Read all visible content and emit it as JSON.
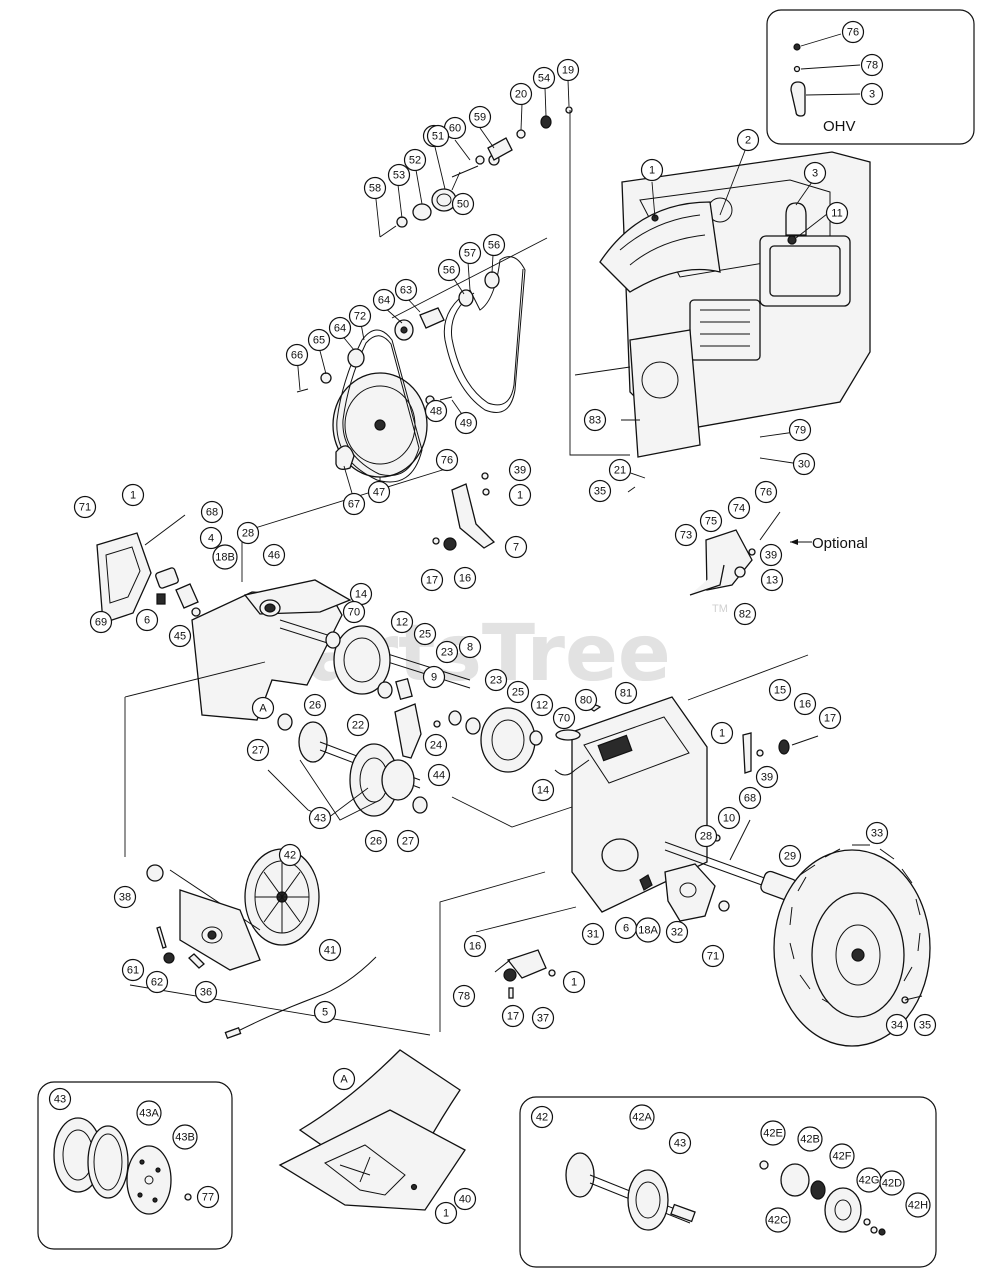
{
  "labels": {
    "ohv": "OHV",
    "optional": "Optional"
  },
  "watermark": {
    "text": "PartsTree",
    "tm": "TM"
  },
  "callouts": [
    {
      "id": "c76a",
      "text": "76"
    },
    {
      "id": "c78a",
      "text": "78"
    },
    {
      "id": "c3a",
      "text": "3"
    },
    {
      "id": "c2",
      "text": "2"
    },
    {
      "id": "c1a",
      "text": "1"
    },
    {
      "id": "c3b",
      "text": "3"
    },
    {
      "id": "c11",
      "text": "11"
    },
    {
      "id": "c54",
      "text": "54"
    },
    {
      "id": "c19",
      "text": "19"
    },
    {
      "id": "c20",
      "text": "20"
    },
    {
      "id": "c59",
      "text": "59"
    },
    {
      "id": "c55",
      "text": "55"
    },
    {
      "id": "c60",
      "text": "60"
    },
    {
      "id": "c53",
      "text": "53"
    },
    {
      "id": "c52",
      "text": "52"
    },
    {
      "id": "c51",
      "text": "51"
    },
    {
      "id": "c50",
      "text": "50"
    },
    {
      "id": "c58",
      "text": "58"
    },
    {
      "id": "c57",
      "text": "57"
    },
    {
      "id": "c56a",
      "text": "56"
    },
    {
      "id": "c56b",
      "text": "56"
    },
    {
      "id": "c64a",
      "text": "64"
    },
    {
      "id": "c63",
      "text": "63"
    },
    {
      "id": "c72",
      "text": "72"
    },
    {
      "id": "c64b",
      "text": "64"
    },
    {
      "id": "c65",
      "text": "65"
    },
    {
      "id": "c66",
      "text": "66"
    },
    {
      "id": "c48",
      "text": "48"
    },
    {
      "id": "c49",
      "text": "49"
    },
    {
      "id": "c67",
      "text": "67"
    },
    {
      "id": "c47",
      "text": "47"
    },
    {
      "id": "c83",
      "text": "83"
    },
    {
      "id": "c79",
      "text": "79"
    },
    {
      "id": "c30",
      "text": "30"
    },
    {
      "id": "c21",
      "text": "21"
    },
    {
      "id": "c35a",
      "text": "35"
    },
    {
      "id": "c76b",
      "text": "76"
    },
    {
      "id": "c39a",
      "text": "39"
    },
    {
      "id": "c1b",
      "text": "1"
    },
    {
      "id": "c7",
      "text": "7"
    },
    {
      "id": "c17a",
      "text": "17"
    },
    {
      "id": "c16a",
      "text": "16"
    },
    {
      "id": "c71a",
      "text": "71"
    },
    {
      "id": "c1c",
      "text": "1"
    },
    {
      "id": "c68a",
      "text": "68"
    },
    {
      "id": "c4",
      "text": "4"
    },
    {
      "id": "c18B",
      "text": "18B"
    },
    {
      "id": "c28a",
      "text": "28"
    },
    {
      "id": "c46",
      "text": "46"
    },
    {
      "id": "c69",
      "text": "69"
    },
    {
      "id": "c6a",
      "text": "6"
    },
    {
      "id": "c45",
      "text": "45"
    },
    {
      "id": "c14a",
      "text": "14"
    },
    {
      "id": "c70a",
      "text": "70"
    },
    {
      "id": "c12a",
      "text": "12"
    },
    {
      "id": "c25a",
      "text": "25"
    },
    {
      "id": "c8",
      "text": "8"
    },
    {
      "id": "c23a",
      "text": "23"
    },
    {
      "id": "c9",
      "text": "9"
    },
    {
      "id": "c23b",
      "text": "23"
    },
    {
      "id": "c25b",
      "text": "25"
    },
    {
      "id": "c12b",
      "text": "12"
    },
    {
      "id": "c26a",
      "text": "26"
    },
    {
      "id": "cA1",
      "text": "A"
    },
    {
      "id": "c27a",
      "text": "27"
    },
    {
      "id": "c22",
      "text": "22"
    },
    {
      "id": "c24",
      "text": "24"
    },
    {
      "id": "c44",
      "text": "44"
    },
    {
      "id": "c43a",
      "text": "43"
    },
    {
      "id": "c26b",
      "text": "26"
    },
    {
      "id": "c27b",
      "text": "27"
    },
    {
      "id": "c42a",
      "text": "42"
    },
    {
      "id": "c80",
      "text": "80"
    },
    {
      "id": "c81",
      "text": "81"
    },
    {
      "id": "c70b",
      "text": "70"
    },
    {
      "id": "c14b",
      "text": "14"
    },
    {
      "id": "c73",
      "text": "73"
    },
    {
      "id": "c75",
      "text": "75"
    },
    {
      "id": "c74",
      "text": "74"
    },
    {
      "id": "c76c",
      "text": "76"
    },
    {
      "id": "c39b",
      "text": "39"
    },
    {
      "id": "c13",
      "text": "13"
    },
    {
      "id": "c82",
      "text": "82"
    },
    {
      "id": "c15",
      "text": "15"
    },
    {
      "id": "c1d",
      "text": "1"
    },
    {
      "id": "c16b",
      "text": "16"
    },
    {
      "id": "c17b",
      "text": "17"
    },
    {
      "id": "c39c",
      "text": "39"
    },
    {
      "id": "c10",
      "text": "10"
    },
    {
      "id": "c68b",
      "text": "68"
    },
    {
      "id": "c28b",
      "text": "28"
    },
    {
      "id": "c29",
      "text": "29"
    },
    {
      "id": "c33",
      "text": "33"
    },
    {
      "id": "c31",
      "text": "31"
    },
    {
      "id": "c6b",
      "text": "6"
    },
    {
      "id": "c18A",
      "text": "18A"
    },
    {
      "id": "c32",
      "text": "32"
    },
    {
      "id": "c71b",
      "text": "71"
    },
    {
      "id": "c34",
      "text": "34"
    },
    {
      "id": "c35b",
      "text": "35"
    },
    {
      "id": "c38",
      "text": "38"
    },
    {
      "id": "c41",
      "text": "41"
    },
    {
      "id": "c61",
      "text": "61"
    },
    {
      "id": "c62",
      "text": "62"
    },
    {
      "id": "c36",
      "text": "36"
    },
    {
      "id": "c5",
      "text": "5"
    },
    {
      "id": "c16c",
      "text": "16"
    },
    {
      "id": "c78b",
      "text": "78"
    },
    {
      "id": "c17c",
      "text": "17"
    },
    {
      "id": "c37",
      "text": "37"
    },
    {
      "id": "c1e",
      "text": "1"
    },
    {
      "id": "c43b",
      "text": "43"
    },
    {
      "id": "c43A",
      "text": "43A"
    },
    {
      "id": "c43B",
      "text": "43B"
    },
    {
      "id": "c77",
      "text": "77"
    },
    {
      "id": "cA2",
      "text": "A"
    },
    {
      "id": "c40",
      "text": "40"
    },
    {
      "id": "c1f",
      "text": "1"
    },
    {
      "id": "c42b",
      "text": "42"
    },
    {
      "id": "c42A",
      "text": "42A"
    },
    {
      "id": "c43c",
      "text": "43"
    },
    {
      "id": "c42E",
      "text": "42E"
    },
    {
      "id": "c42B",
      "text": "42B"
    },
    {
      "id": "c42F",
      "text": "42F"
    },
    {
      "id": "c42G",
      "text": "42G"
    },
    {
      "id": "c42D",
      "text": "42D"
    },
    {
      "id": "c42C",
      "text": "42C"
    },
    {
      "id": "c42H",
      "text": "42H"
    }
  ]
}
